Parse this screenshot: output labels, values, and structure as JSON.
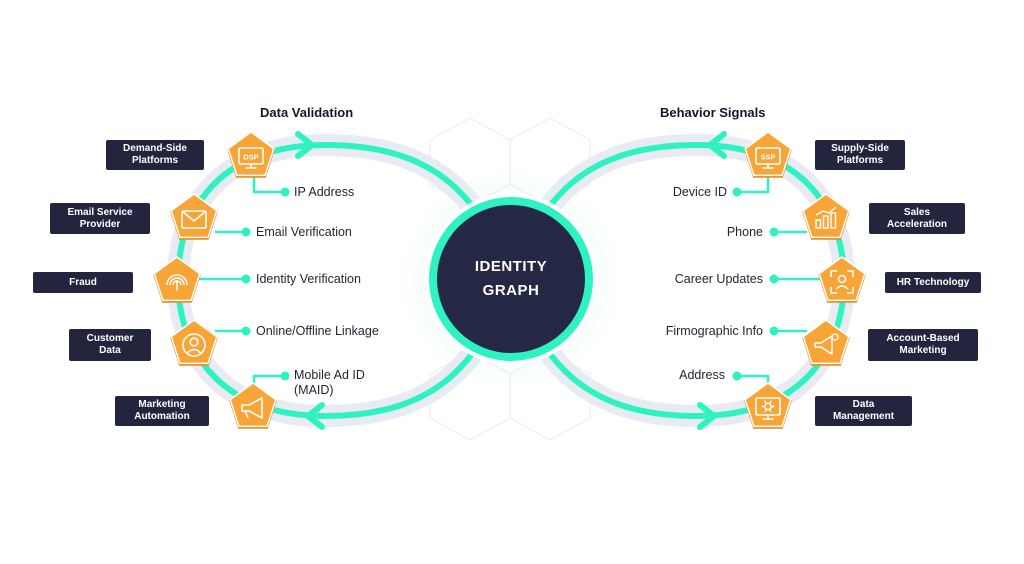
{
  "left_section": {
    "title": "Data Validation",
    "categories": [
      {
        "label": "Demand-Side\nPlatforms",
        "icon": "dsp-monitor-icon"
      },
      {
        "label": "Email Service\nProvider",
        "icon": "envelope-icon"
      },
      {
        "label": "Fraud",
        "icon": "fingerprint-icon"
      },
      {
        "label": "Customer\nData",
        "icon": "user-icon"
      },
      {
        "label": "Marketing\nAutomation",
        "icon": "megaphone-icon"
      }
    ],
    "features": [
      "IP Address",
      "Email Verification",
      "Identity Verification",
      "Online/Offline Linkage",
      "Mobile Ad ID\n(MAID)"
    ]
  },
  "right_section": {
    "title": "Behavior Signals",
    "categories": [
      {
        "label": "Supply-Side\nPlatforms",
        "icon": "ssp-monitor-icon"
      },
      {
        "label": "Sales\nAcceleration",
        "icon": "bar-chart-icon"
      },
      {
        "label": "HR Technology",
        "icon": "face-scan-icon"
      },
      {
        "label": "Account-Based\nMarketing",
        "icon": "megaphone-gear-icon"
      },
      {
        "label": "Data\nManagement",
        "icon": "monitor-gear-icon"
      }
    ],
    "features": [
      "Device ID",
      "Phone",
      "Career Updates",
      "Firmographic Info",
      "Address"
    ]
  },
  "icon_text": {
    "dsp": "DSP",
    "ssp": "SSP"
  },
  "center": {
    "label": "IDENTITY\nGRAPH"
  },
  "colors": {
    "loop": "#2ef2c2",
    "loop_halo": "#e8ecf2",
    "node": "#f7a536",
    "node_dark": "#e98a1c",
    "tag_bg": "#23253f",
    "center_bg": "#252844",
    "center_ring": "#2ef2c2"
  }
}
